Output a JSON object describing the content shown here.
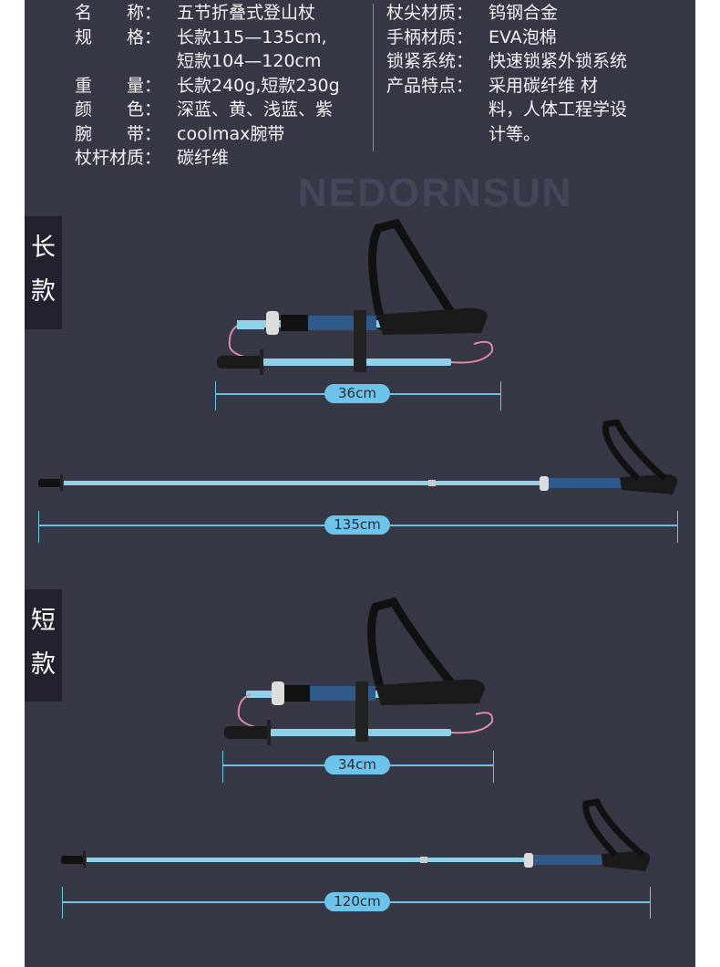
{
  "watermark": "NEDORNSUN",
  "specs_left": [
    {
      "key": "名　　称：",
      "value": "五节折叠式登山杖"
    },
    {
      "key": "规　　格：",
      "value": "长款115—135cm,"
    },
    {
      "key": "",
      "value": "短款104—120cm"
    },
    {
      "key": "重　　量：",
      "value": "长款240g,短款230g"
    },
    {
      "key": "颜　　色：",
      "value": "深蓝、黄、浅蓝、紫"
    },
    {
      "key": "腕　　带：",
      "value": "coolmax腕带"
    },
    {
      "key": "杖杆材质：",
      "value": "碳纤维"
    }
  ],
  "specs_right": [
    {
      "key": "杖尖材质：",
      "value": "钨钢合金"
    },
    {
      "key": "手柄材质：",
      "value": "EVA泡棉"
    },
    {
      "key": "锁紧系统：",
      "value": "快速锁紧外锁系统"
    },
    {
      "key": "产品特点：",
      "value": "采用碳纤维 材"
    },
    {
      "key": "",
      "value": "料，人体工程学设"
    },
    {
      "key": "",
      "value": "计等。"
    }
  ],
  "sections": [
    {
      "tag1": "长",
      "tag2": "款",
      "folded": "36cm",
      "extended": "135cm"
    },
    {
      "tag1": "短",
      "tag2": "款",
      "folded": "34cm",
      "extended": "120cm"
    }
  ],
  "colors": {
    "background": "#363846",
    "accent": "#6ec3ea",
    "tag": "#22222e",
    "pole": "#8fd0ea"
  }
}
